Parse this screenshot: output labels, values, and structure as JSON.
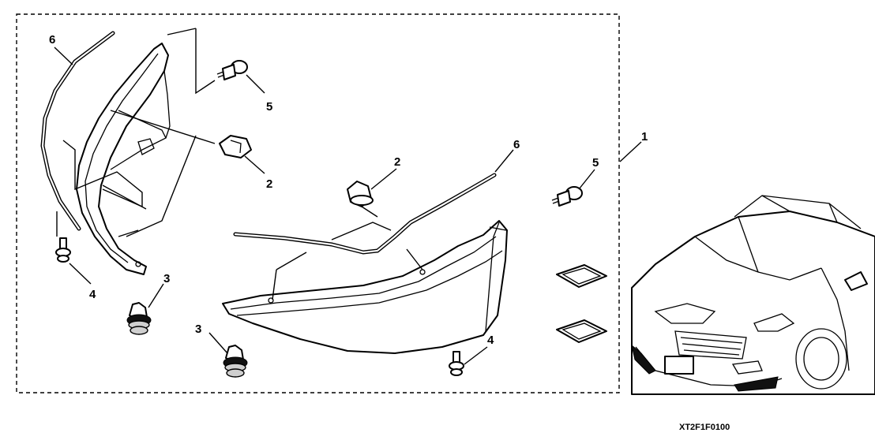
{
  "diagram": {
    "figure_code": "XT2F1F0100",
    "callouts": {
      "kit": "1",
      "clip_upper": "2",
      "clip_center": "2",
      "clip_3_left": "3",
      "clip_3_center": "3",
      "screw_4_left": "4",
      "screw_4_center": "4",
      "screw_5_upper": "5",
      "screw_5_right": "5",
      "strip_left": "6",
      "strip_center": "6"
    }
  }
}
